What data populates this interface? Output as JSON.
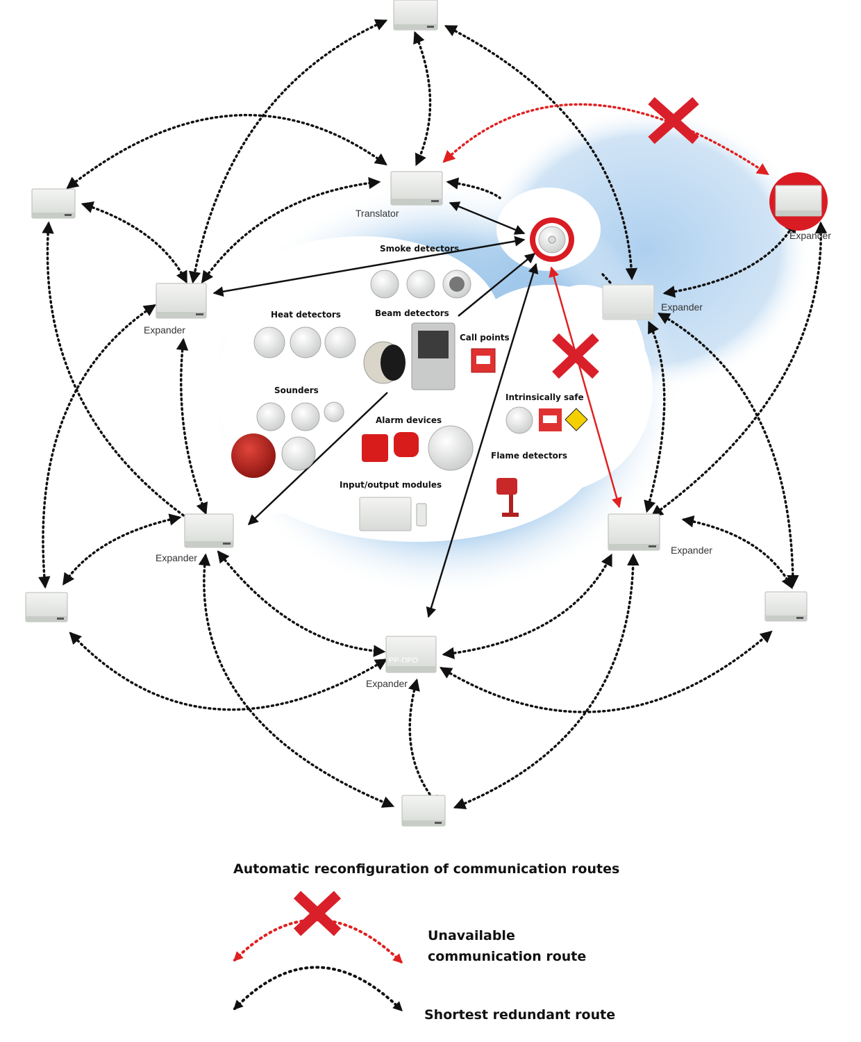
{
  "diagram": {
    "labels": {
      "translator": "Translator",
      "expander_ne": "Expander",
      "expander_right": "Expander",
      "expander_left": "Expander",
      "expander_lower_left": "Expander",
      "expander_lower_right": "Expander",
      "expander_bottom_center": "Expander"
    },
    "device_marking": "РР-ПРО",
    "categories": {
      "smoke": "Smoke detectors",
      "heat": "Heat detectors",
      "beam": "Beam detectors",
      "call": "Call points",
      "sounders": "Sounders",
      "alarm": "Alarm devices",
      "intrinsic": "Intrinsically safe",
      "flame": "Flame detectors",
      "io": "Input/output modules"
    },
    "colors": {
      "cloud_blue": "#8fbfe6",
      "route_black": "#111111",
      "route_red": "#e02020",
      "cross_red": "#d9202a"
    }
  },
  "legend": {
    "title": "Automatic reconfiguration of  communication routes",
    "unavailable_line1": "Unavailable",
    "unavailable_line2": "communication route",
    "shortest": "Shortest redundant route"
  }
}
